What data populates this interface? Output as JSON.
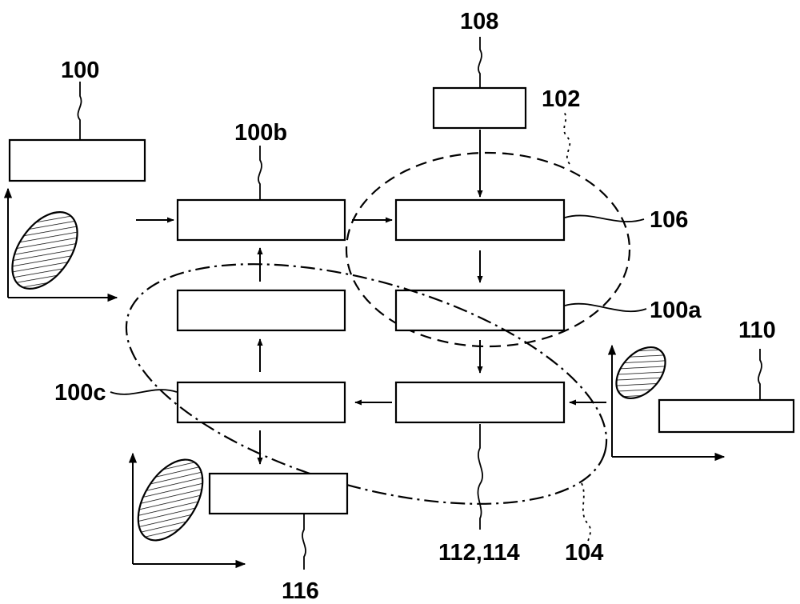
{
  "diagram": {
    "labels": {
      "l100": "100",
      "l100b": "100b",
      "l108": "108",
      "l102": "102",
      "l106": "106",
      "l100a": "100a",
      "l110": "110",
      "l100c": "100c",
      "l116": "116",
      "l112_114": "112,114",
      "l104": "104"
    },
    "colors": {
      "stroke": "#000000",
      "fill": "#ffffff"
    }
  }
}
